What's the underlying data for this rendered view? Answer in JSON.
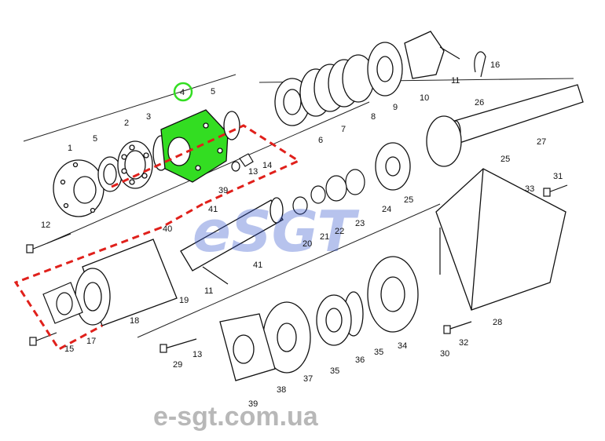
{
  "watermark": "eSGT",
  "site_url": "e-sgt.com.ua",
  "highlight_label": "4",
  "highlight_color": "#33dd22",
  "dashed_outline_color": "#e0201b",
  "labels": [
    "1",
    "2",
    "3",
    "5",
    "6",
    "7",
    "8",
    "9",
    "10",
    "11",
    "12",
    "13",
    "14",
    "15",
    "16",
    "17",
    "18",
    "19",
    "20",
    "21",
    "22",
    "23",
    "24",
    "25",
    "26",
    "27",
    "28",
    "29",
    "30",
    "31",
    "32",
    "33",
    "34",
    "35",
    "36",
    "37",
    "38",
    "39",
    "40",
    "41"
  ],
  "callouts": {
    "n1": "1",
    "n2": "2",
    "n3": "3",
    "n5a": "5",
    "n5b": "5",
    "n6": "6",
    "n7": "7",
    "n8": "8",
    "n9": "9",
    "n10": "10",
    "n11a": "11",
    "n11b": "11",
    "n12": "12",
    "n13a": "13",
    "n13b": "13",
    "n14": "14",
    "n15": "15",
    "n16": "16",
    "n17": "17",
    "n18": "18",
    "n19": "19",
    "n20": "20",
    "n21": "21",
    "n22": "22",
    "n23": "23",
    "n24": "24",
    "n25a": "25",
    "n25b": "25",
    "n26": "26",
    "n27": "27",
    "n28": "28",
    "n29": "29",
    "n30": "30",
    "n31": "31",
    "n32": "32",
    "n33": "33",
    "n34": "34",
    "n35a": "35",
    "n35b": "35",
    "n36": "36",
    "n37": "37",
    "n38": "38",
    "n39a": "39",
    "n39b": "39",
    "n40": "40",
    "n41a": "41",
    "n41b": "41"
  }
}
